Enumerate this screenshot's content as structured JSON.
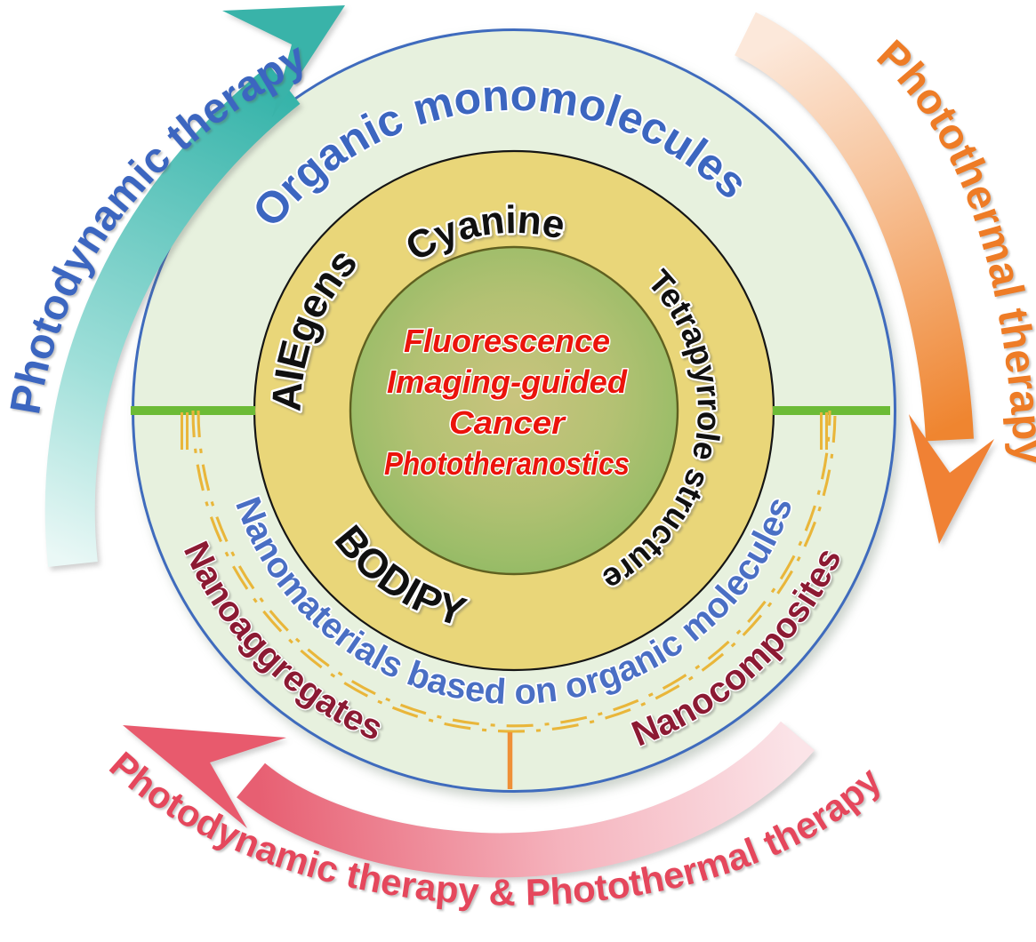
{
  "center_circle": {
    "line1": "Fluorescence",
    "line2": "Imaging-guided",
    "line3": "Cancer",
    "line4": "Phototheranostics"
  },
  "yellow_ring": {
    "top": "Cyanine",
    "upper_left": "AIEgens",
    "right": "Tetrapyrrole structure",
    "lower_left": "BODIPY"
  },
  "outer_ring": {
    "top": "Organic monomolecules",
    "bottom": "Nanomaterials based on organic molecules",
    "bottom_left": "Nanoaggregates",
    "bottom_right": "Nanocomposites"
  },
  "arrows": {
    "top_left_label": "Photodynamic therapy",
    "right_label": "Photothermal therapy",
    "bottom_label": "Photodynamic therapy & Photothermal therapy"
  },
  "colors": {
    "outer_ring_fill": "#e7f1de",
    "outer_ring_border": "#3f6bbd",
    "yellow_ring_fill": "#e9d679",
    "inner_circle_green": "#8ab660",
    "center_text_red": "#eb130b",
    "blue_label": "#3c66c0",
    "maroon_label": "#8c1a33",
    "teal_arrow": "#30b1a7",
    "orange_arrow": "#ef8530",
    "pink_red_arrow": "#e75f72",
    "bottom_text_red": "#e5475c",
    "orange_text": "#ee7c26",
    "divider_green": "#6cbb36",
    "dash_arc_yellow": "#e9b63a",
    "stem_orange": "#ef9037"
  }
}
